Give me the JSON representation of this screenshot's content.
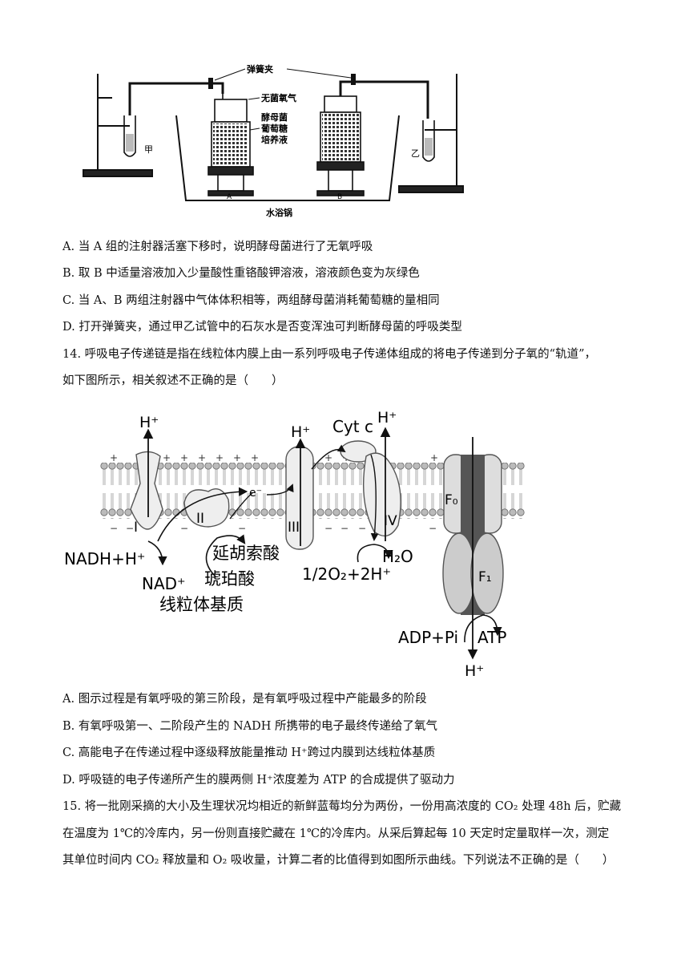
{
  "fig1": {
    "label_clip": "弹簧夹",
    "label_oxygen": "无菌氧气",
    "label_yeast": "酵母菌",
    "label_glucose": "葡萄糖",
    "label_medium": "培养液",
    "label_jia": "甲",
    "label_yi": "乙",
    "label_a": "A",
    "label_b": "B",
    "label_bath": "水浴锅"
  },
  "q13": {
    "options": [
      "A. 当 A 组的注射器活塞下移时，说明酵母菌进行了无氧呼吸",
      "B. 取 B 中适量溶液加入少量酸性重铬酸钾溶液，溶液颜色变为灰绿色",
      "C. 当 A、B 两组注射器中气体体积相等，两组酵母菌消耗葡萄糖的量相同",
      "D. 打开弹簧夹，通过甲乙试管中的石灰水是否变浑浊可判断酵母菌的呼吸类型"
    ]
  },
  "q14": {
    "stem_line1": "14. 呼吸电子传递链是指在线粒体内膜上由一系列呼吸电子传递体组成的将电子传递到分子氧的“轨道”，",
    "stem_line2": "如下图所示，相关叙述不正确的是（　　）",
    "options": [
      "A. 图示过程是有氧呼吸的第三阶段，是有氧呼吸过程中产能最多的阶段",
      "B. 有氧呼吸第一、二阶段产生的 NADH 所携带的电子最终传递给了氧气",
      "C. 高能电子在传递过程中逐级释放能量推动 H⁺跨过内膜到达线粒体基质",
      "D. 呼吸链的电子传递所产生的膜两侧 H⁺浓度差为 ATP 的合成提供了驱动力"
    ]
  },
  "fig2": {
    "h_plus": "H⁺",
    "cytc": "Cyt c",
    "e_minus": "e⁻",
    "complex_1": "I",
    "complex_2": "II",
    "complex_3": "III",
    "complex_4": "IV",
    "f0": "F₀",
    "f1": "F₁",
    "nadh": "NADH+H⁺",
    "nad": "NAD⁺",
    "fumarate": "延胡索酸",
    "succinate": "琥珀酸",
    "matrix": "线粒体基质",
    "o2": "1/2O₂+2H⁺",
    "h2o": "H₂O",
    "adp": "ADP+Pi",
    "atp": "ATP"
  },
  "q15": {
    "rows": [
      "15. 将一批刚采摘的大小及生理状况均相近的新鲜蓝莓均分为两份，一份用高浓度的 CO₂ 处理 48h 后，贮藏",
      "在温度为 1℃的冷库内，另一份则直接贮藏在 1℃的冷库内。从采后算起每 10 天定时定量取样一次，测定",
      "其单位时间内 CO₂ 释放量和 O₂ 吸收量，计算二者的比值得到如图所示曲线。下列说法不正确的是（　　）"
    ]
  }
}
